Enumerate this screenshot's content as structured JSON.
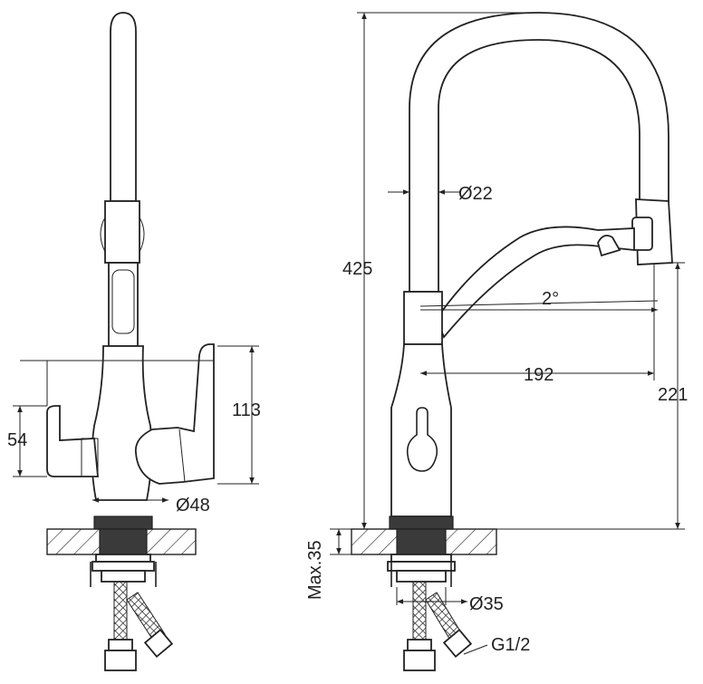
{
  "front_view": {
    "dim_height": "113",
    "dim_handle": "54",
    "dim_base_dia": "Ø48"
  },
  "side_view": {
    "dim_total_height": "425",
    "dim_tube_dia": "Ø22",
    "dim_angle": "2°",
    "dim_reach": "192",
    "dim_spout_height": "221",
    "dim_max_thickness": "Max.35",
    "dim_hole_dia": "Ø35",
    "dim_thread": "G1/2"
  }
}
